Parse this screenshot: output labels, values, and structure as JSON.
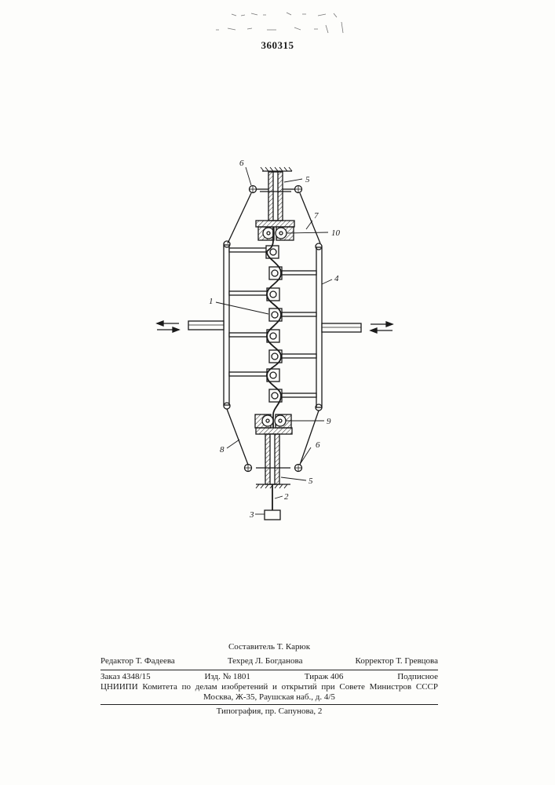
{
  "patent_number": "360315",
  "figure_labels": {
    "shaft_end": "1",
    "rod": "2",
    "weight": "3",
    "frame_right": "4",
    "support_top": "5",
    "support_bottom": "5",
    "pivot_top": "6",
    "pivot_bottom": "6",
    "link_top": "7",
    "link_bottom": "8",
    "roller_bottom": "9",
    "roller_top": "10"
  },
  "footer": {
    "composer": "Составитель Т. Карюк",
    "editor": "Редактор Т. Фадеева",
    "techeditor": "Техред Л. Богданова",
    "corrector": "Корректор Т. Гревцова",
    "order": "Заказ 4348/15",
    "edition": "Изд. № 1801",
    "circulation": "Тираж 406",
    "subscription": "Подписное",
    "organization": "ЦНИИПИ Комитета по делам изобретений и открытий при Совете Министров СССР",
    "address": "Москва, Ж-35, Раушская наб., д. 4/5",
    "printer": "Типография, пр. Сапунова, 2"
  }
}
